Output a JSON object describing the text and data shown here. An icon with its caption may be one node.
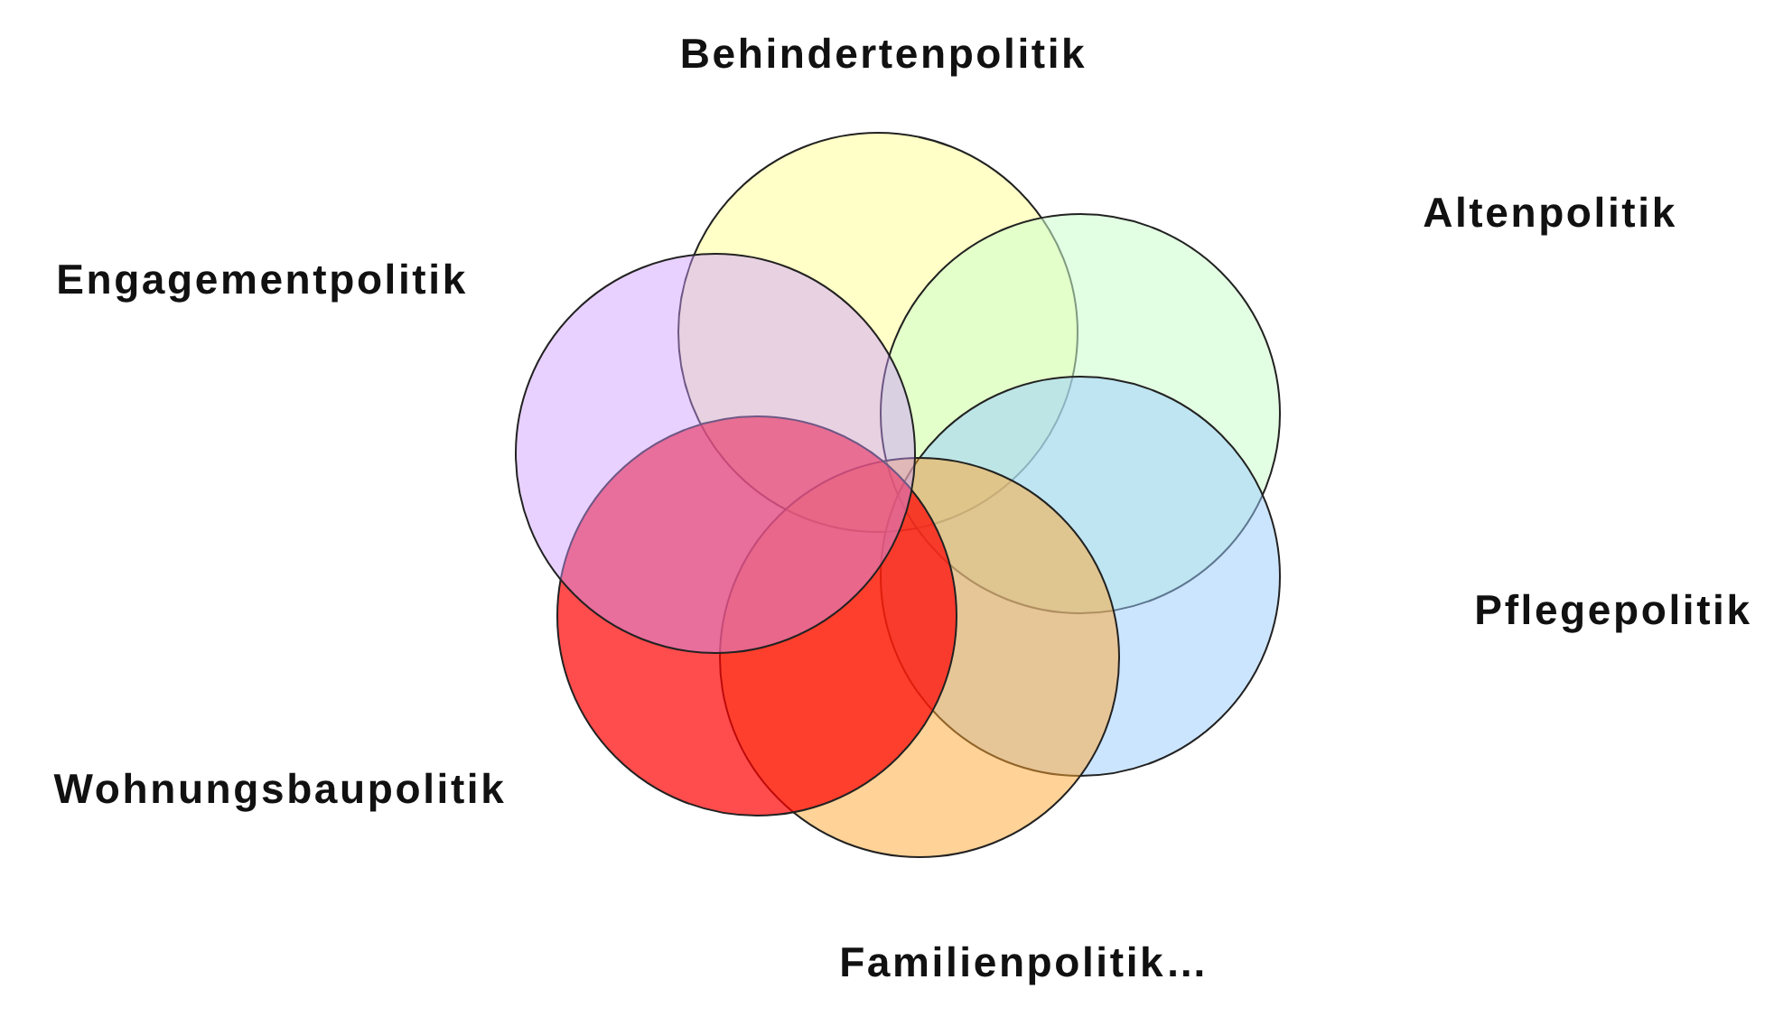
{
  "diagram": {
    "nodes": [
      {
        "text": [],
        "shape": "circle"
      },
      {
        "text": [],
        "shape": "circle"
      },
      {
        "text": [],
        "shape": "circle"
      },
      {
        "text": [],
        "shape": "circle"
      },
      {
        "text": [],
        "shape": "circle"
      },
      {
        "text": [],
        "shape": "circle"
      }
    ],
    "labels": [
      "Behindertenpolitik",
      "Altenpolitik",
      "Engagementpolitik",
      "Pflegepolitik",
      "Wohnungsbaupolitik",
      "Familienpolitik…"
    ]
  }
}
